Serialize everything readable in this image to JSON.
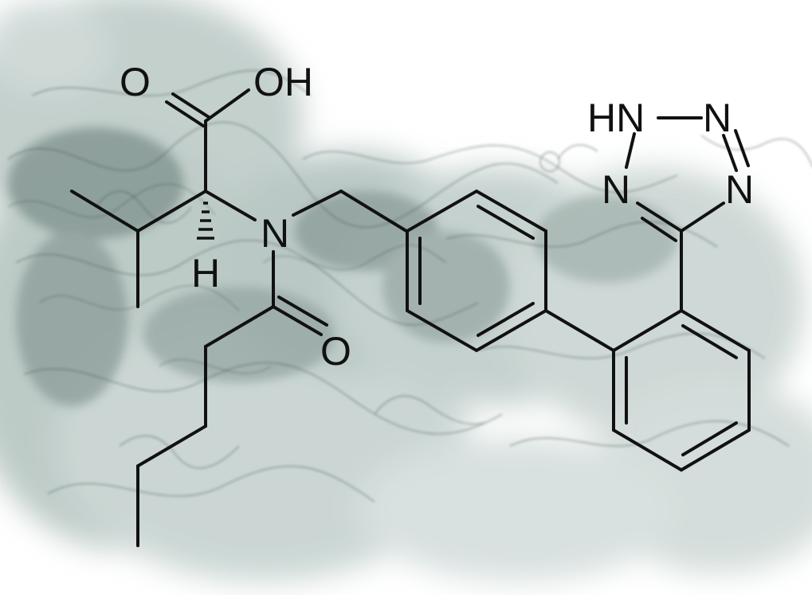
{
  "figure": {
    "colors": {
      "smoke": "#9fb3ae",
      "smoke_dark": "#4c5c58",
      "ink": "#111111",
      "background": "#ffffff"
    },
    "atoms": {
      "carbonyl_o": "O",
      "hydroxyl": "OH",
      "amide_n": "N",
      "alpha_h": "H",
      "amide_o": "O",
      "tetrazole_nh": "HN",
      "tetrazole_n2": "N",
      "tetrazole_n3": "N",
      "tetrazole_n4": "N"
    }
  }
}
